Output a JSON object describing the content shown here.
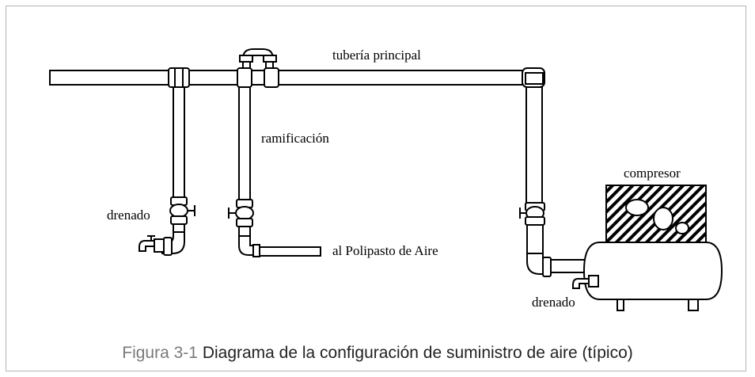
{
  "labels": {
    "main_pipe": "tubería principal",
    "branch": "ramificación",
    "drain_left": "drenado",
    "to_hoist": "al Polipasto de Aire",
    "compressor": "compresor",
    "drain_right": "drenado"
  },
  "caption": {
    "number": "Figura 3-1",
    "text": "Diagrama de la configuración de suministro de aire (típico)"
  },
  "colors": {
    "line": "#000000",
    "frame": "#b5b5b5",
    "caption_number": "#7a7a7a"
  }
}
